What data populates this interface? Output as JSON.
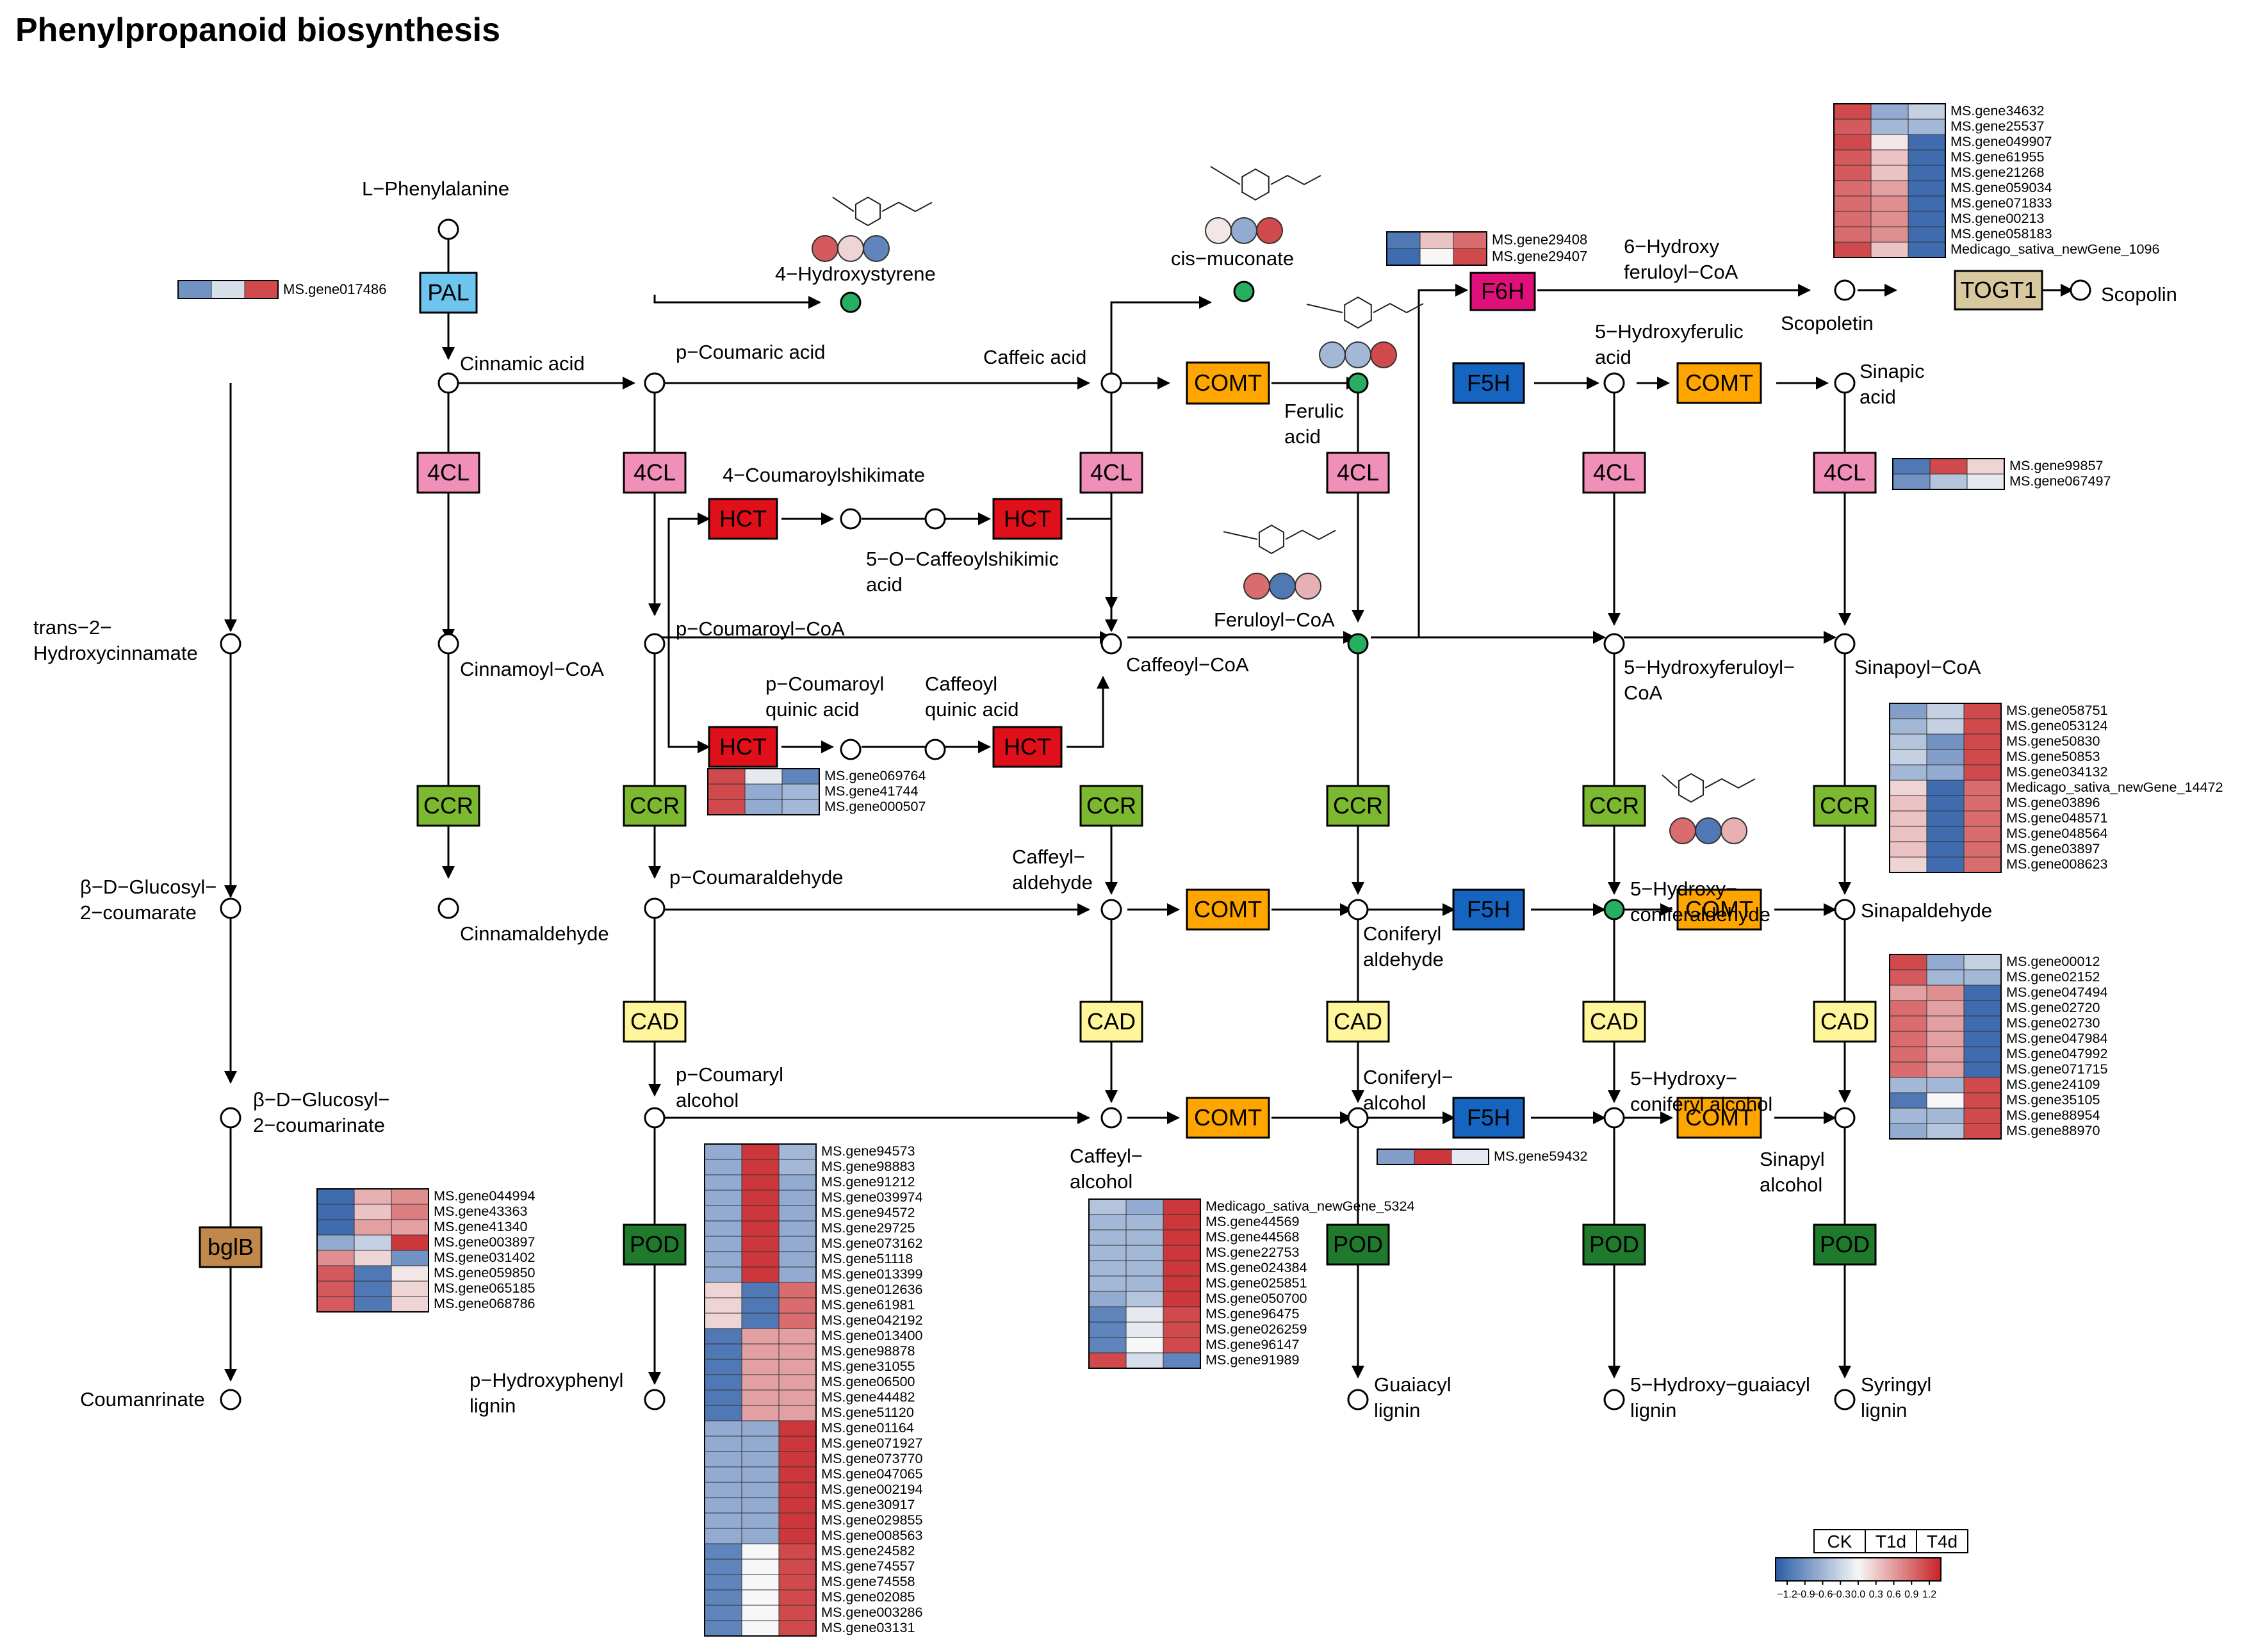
{
  "title": "Phenylpropanoid biosynthesis",
  "colorscale": {
    "columns": [
      "CK",
      "T1d",
      "T4d"
    ],
    "ticks": [
      "−1.2",
      "−0.9",
      "−0.6",
      "−0.3",
      "0.0",
      "0.3",
      "0.6",
      "0.9",
      "1.2"
    ],
    "low": "#2e5fa8",
    "mid": "#f7f7f7",
    "high": "#c8262a"
  },
  "palette": {
    "PAL": "#6ec6f0",
    "4CL": "#f090b8",
    "HCT": "#e0101a",
    "COMT": "#ffa500",
    "F5H": "#1565c0",
    "F6H": "#e0107a",
    "TOGT1": "#d8c8a0",
    "CCR": "#7cb830",
    "CAD": "#fff59a",
    "POD": "#1f7a2e",
    "bglB": "#c0884a"
  },
  "enzymes": [
    {
      "id": "PAL",
      "label": "PAL"
    },
    {
      "id": "4CL",
      "label": "4CL"
    },
    {
      "id": "HCT",
      "label": "HCT"
    },
    {
      "id": "COMT",
      "label": "COMT"
    },
    {
      "id": "F5H",
      "label": "F5H"
    },
    {
      "id": "F6H",
      "label": "F6H"
    },
    {
      "id": "TOGT1",
      "label": "TOGT1"
    },
    {
      "id": "CCR",
      "label": "CCR"
    },
    {
      "id": "CAD",
      "label": "CAD"
    },
    {
      "id": "POD",
      "label": "POD"
    },
    {
      "id": "bglB",
      "label": "bglB"
    }
  ],
  "compounds": {
    "lphe": "L−Phenylalanine",
    "cin": "Cinnamic acid",
    "pcou": "p−Coumaric acid",
    "caf": "Caffeic acid",
    "hstyr": "4−Hydroxystyrene",
    "cismuc": "cis−muconate",
    "fer": [
      "Ferulic",
      "acid"
    ],
    "hfer": [
      "5−Hydroxyferulic",
      "acid"
    ],
    "sin": [
      "Sinapic",
      "acid"
    ],
    "hfcoa6": [
      "6−Hydroxy",
      "feruloyl−CoA"
    ],
    "scop": "Scopoletin",
    "scopolin": "Scopolin",
    "t2h": [
      "trans−2−",
      "Hydroxycinnamate"
    ],
    "cincoa": "Cinnamoyl−CoA",
    "pcoucoa": "p−Coumaroyl−CoA",
    "cafcoa": "Caffeoyl−CoA",
    "fercoa": "Feruloyl−CoA",
    "hfercoa": [
      "5−Hydroxyferuloyl−",
      "CoA"
    ],
    "sincoa": "Sinapoyl−CoA",
    "pcshik": "4−Coumaroylshikimate",
    "cafshik": [
      "5−O−Caffeoylshikimic",
      "acid"
    ],
    "pcquin": [
      "p−Coumaroyl",
      "quinic acid"
    ],
    "cafquin": [
      "Caffeoyl",
      "quinic acid"
    ],
    "glc1": [
      "β−D−Glucosyl−",
      "2−coumarate"
    ],
    "glc2": [
      "β−D−Glucosyl−",
      "2−coumarinate"
    ],
    "coum": "Coumanrinate",
    "cinald": "Cinnamaldehyde",
    "pcouald": "p−Coumaraldehyde",
    "cafald": [
      "Caffeyl−",
      "aldehyde"
    ],
    "conald": [
      "Coniferyl",
      "aldehyde"
    ],
    "hconald": [
      "5−Hydroxy−",
      "coniferaldehyde"
    ],
    "sinald": "Sinapaldehyde",
    "pcoualc": [
      "p−Coumaryl",
      "alcohol"
    ],
    "cafalc": [
      "Caffeyl−",
      "alcohol"
    ],
    "conalc": [
      "Coniferyl−",
      "alcohol"
    ],
    "hconalc": [
      "5−Hydroxy−",
      "coniferyl alcohol"
    ],
    "sinalc": [
      "Sinapyl",
      "alcohol"
    ],
    "hlig": [
      "p−Hydroxyphenyl",
      "lignin"
    ],
    "glig": [
      "Guaiacyl",
      "lignin"
    ],
    "hglig": [
      "5−Hydroxy−guaiacyl",
      "lignin"
    ],
    "slig": [
      "Syringyl",
      "lignin"
    ]
  },
  "heatmaps": {
    "PAL": {
      "genes": [
        "MS.gene017486"
      ],
      "values": [
        [
          -0.8,
          -0.2,
          1.0
        ]
      ]
    },
    "F6H": {
      "genes": [
        "MS.gene29408",
        "MS.gene29407"
      ],
      "values": [
        [
          -1.0,
          0.3,
          0.8
        ],
        [
          -1.1,
          0.0,
          1.0
        ]
      ]
    },
    "TOGT1": {
      "genes": [
        "MS.gene34632",
        "MS.gene25537",
        "MS.gene049907",
        "MS.gene61955",
        "MS.gene21268",
        "MS.gene059034",
        "MS.gene071833",
        "MS.gene00213",
        "MS.gene058183",
        "Medicago_sativa_newGene_1096"
      ],
      "values": [
        [
          1.0,
          -0.6,
          -0.3
        ],
        [
          0.9,
          -0.5,
          -0.5
        ],
        [
          1.0,
          0.1,
          -1.1
        ],
        [
          0.9,
          0.3,
          -1.1
        ],
        [
          0.9,
          0.3,
          -1.1
        ],
        [
          0.8,
          0.5,
          -1.1
        ],
        [
          0.8,
          0.6,
          -1.1
        ],
        [
          0.8,
          0.6,
          -1.1
        ],
        [
          0.8,
          0.6,
          -1.1
        ],
        [
          1.0,
          0.3,
          -1.1
        ]
      ]
    },
    "4CL": {
      "genes": [
        "MS.gene99857",
        "MS.gene067497"
      ],
      "values": [
        [
          -1.0,
          1.0,
          0.2
        ],
        [
          -0.8,
          -0.4,
          -0.1
        ]
      ]
    },
    "HCT": {
      "genes": [
        "MS.gene069764",
        "MS.gene41744",
        "MS.gene000507"
      ],
      "values": [
        [
          1.0,
          -0.1,
          -0.9
        ],
        [
          1.0,
          -0.6,
          -0.5
        ],
        [
          1.0,
          -0.6,
          -0.5
        ]
      ]
    },
    "CCR": {
      "genes": [
        "MS.gene058751",
        "MS.gene053124",
        "MS.gene50830",
        "MS.gene50853",
        "MS.gene034132",
        "Medicago_sativa_newGene_14472",
        "MS.gene03896",
        "MS.gene048571",
        "MS.gene048564",
        "MS.gene03897",
        "MS.gene008623"
      ],
      "values": [
        [
          -0.7,
          -0.3,
          1.0
        ],
        [
          -0.5,
          -0.3,
          1.0
        ],
        [
          -0.4,
          -0.8,
          1.0
        ],
        [
          -0.3,
          -0.7,
          1.0
        ],
        [
          -0.5,
          -0.6,
          1.0
        ],
        [
          0.2,
          -1.1,
          0.8
        ],
        [
          0.3,
          -1.1,
          0.8
        ],
        [
          0.3,
          -1.1,
          0.8
        ],
        [
          0.3,
          -1.1,
          0.8
        ],
        [
          0.3,
          -1.1,
          0.8
        ],
        [
          0.2,
          -1.1,
          0.8
        ]
      ]
    },
    "CAD": {
      "genes": [
        "MS.gene00012",
        "MS.gene02152",
        "MS.gene047494",
        "MS.gene02720",
        "MS.gene02730",
        "MS.gene047984",
        "MS.gene047992",
        "MS.gene071715",
        "MS.gene24109",
        "MS.gene35105",
        "MS.gene88954",
        "MS.gene88970"
      ],
      "values": [
        [
          1.0,
          -0.6,
          -0.3
        ],
        [
          0.9,
          -0.5,
          -0.5
        ],
        [
          0.5,
          0.6,
          -1.1
        ],
        [
          0.8,
          0.5,
          -1.1
        ],
        [
          0.8,
          0.5,
          -1.1
        ],
        [
          0.8,
          0.5,
          -1.1
        ],
        [
          0.8,
          0.5,
          -1.1
        ],
        [
          0.8,
          0.5,
          -1.1
        ],
        [
          -0.5,
          -0.5,
          1.0
        ],
        [
          -1.0,
          0.0,
          1.0
        ],
        [
          -0.5,
          -0.5,
          1.0
        ],
        [
          -0.6,
          -0.4,
          1.0
        ]
      ]
    },
    "bglB": {
      "genes": [
        "MS.gene044994",
        "MS.gene43363",
        "MS.gene41340",
        "MS.gene003897",
        "MS.gene031402",
        "MS.gene059850",
        "MS.gene065185",
        "MS.gene068786"
      ],
      "values": [
        [
          -1.1,
          0.4,
          0.6
        ],
        [
          -1.1,
          0.3,
          0.7
        ],
        [
          -1.1,
          0.5,
          0.5
        ],
        [
          -0.6,
          -0.3,
          1.1
        ],
        [
          0.6,
          0.2,
          -0.8
        ],
        [
          0.9,
          -1.0,
          0.1
        ],
        [
          0.9,
          -1.0,
          0.2
        ],
        [
          0.9,
          -1.0,
          0.2
        ]
      ]
    },
    "POD_p": {
      "genes": [
        "MS.gene94573",
        "MS.gene98883",
        "MS.gene91212",
        "MS.gene039974",
        "MS.gene94572",
        "MS.gene29725",
        "MS.gene073162",
        "MS.gene51118",
        "MS.gene013399",
        "MS.gene012636",
        "MS.gene61981",
        "MS.gene042192",
        "MS.gene013400",
        "MS.gene98878",
        "MS.gene31055",
        "MS.gene06500",
        "MS.gene44482",
        "MS.gene51120",
        "MS.gene01164",
        "MS.gene071927",
        "MS.gene073770",
        "MS.gene047065",
        "MS.gene002194",
        "MS.gene30917",
        "MS.gene029855",
        "MS.gene008563",
        "MS.gene24582",
        "MS.gene74557",
        "MS.gene74558",
        "MS.gene02085",
        "MS.gene003286",
        "MS.gene03131"
      ],
      "values": [
        [
          -0.6,
          1.1,
          -0.5
        ],
        [
          -0.6,
          1.1,
          -0.5
        ],
        [
          -0.6,
          1.1,
          -0.6
        ],
        [
          -0.6,
          1.1,
          -0.6
        ],
        [
          -0.6,
          1.1,
          -0.6
        ],
        [
          -0.6,
          1.1,
          -0.6
        ],
        [
          -0.6,
          1.1,
          -0.6
        ],
        [
          -0.6,
          1.1,
          -0.6
        ],
        [
          -0.6,
          1.1,
          -0.6
        ],
        [
          0.2,
          -1.0,
          0.8
        ],
        [
          0.2,
          -1.0,
          0.8
        ],
        [
          0.2,
          -1.0,
          0.8
        ],
        [
          -1.0,
          0.5,
          0.5
        ],
        [
          -1.0,
          0.5,
          0.5
        ],
        [
          -1.0,
          0.5,
          0.5
        ],
        [
          -1.0,
          0.5,
          0.5
        ],
        [
          -1.0,
          0.5,
          0.5
        ],
        [
          -1.0,
          0.5,
          0.5
        ],
        [
          -0.6,
          -0.6,
          1.1
        ],
        [
          -0.6,
          -0.6,
          1.1
        ],
        [
          -0.6,
          -0.6,
          1.1
        ],
        [
          -0.6,
          -0.6,
          1.1
        ],
        [
          -0.6,
          -0.6,
          1.1
        ],
        [
          -0.6,
          -0.6,
          1.1
        ],
        [
          -0.6,
          -0.6,
          1.1
        ],
        [
          -0.6,
          -0.6,
          1.1
        ],
        [
          -0.9,
          0.0,
          1.0
        ],
        [
          -0.9,
          0.0,
          1.0
        ],
        [
          -0.9,
          0.0,
          1.0
        ],
        [
          -0.9,
          0.0,
          1.0
        ],
        [
          -0.9,
          0.0,
          1.0
        ],
        [
          -0.9,
          0.0,
          1.0
        ]
      ]
    },
    "POD_c": {
      "genes": [
        "Medicago_sativa_newGene_5324",
        "MS.gene44569",
        "MS.gene44568",
        "MS.gene22753",
        "MS.gene024384",
        "MS.gene025851",
        "MS.gene050700",
        "MS.gene96475",
        "MS.gene026259",
        "MS.gene96147",
        "MS.gene91989"
      ],
      "values": [
        [
          -0.4,
          -0.6,
          1.1
        ],
        [
          -0.5,
          -0.5,
          1.1
        ],
        [
          -0.5,
          -0.5,
          1.1
        ],
        [
          -0.5,
          -0.5,
          1.1
        ],
        [
          -0.5,
          -0.5,
          1.1
        ],
        [
          -0.5,
          -0.5,
          1.1
        ],
        [
          -0.6,
          -0.4,
          1.1
        ],
        [
          -0.9,
          -0.1,
          1.0
        ],
        [
          -0.9,
          -0.1,
          1.0
        ],
        [
          -0.9,
          0.0,
          1.0
        ],
        [
          1.0,
          -0.2,
          -0.9
        ]
      ]
    },
    "F5H": {
      "genes": [
        "MS.gene59432"
      ],
      "values": [
        [
          -0.7,
          1.1,
          -0.1
        ]
      ]
    }
  },
  "bubbles": {
    "hstyr": [
      0.9,
      0.2,
      -0.9
    ],
    "cismuc": [
      0.1,
      -0.6,
      1.0
    ],
    "fer": [
      -0.5,
      -0.5,
      1.0
    ],
    "fercoa": [
      0.8,
      -1.0,
      0.4
    ],
    "hconald": [
      0.8,
      -1.0,
      0.4
    ]
  }
}
